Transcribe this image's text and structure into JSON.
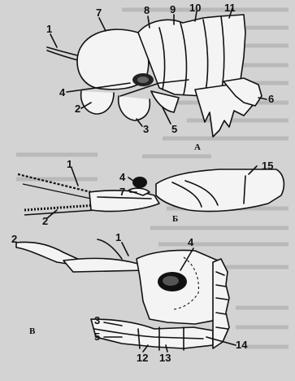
{
  "figure": {
    "panels": [
      {
        "id": "A",
        "letter": "A",
        "callouts": [
          "1",
          "7",
          "8",
          "9",
          "10",
          "11",
          "4",
          "2",
          "3",
          "5",
          "6"
        ]
      },
      {
        "id": "B",
        "letter": "Б",
        "callouts": [
          "1",
          "4",
          "7",
          "15",
          "2"
        ]
      },
      {
        "id": "C",
        "letter": "В",
        "callouts": [
          "2",
          "1",
          "4",
          "3",
          "5",
          "12",
          "13",
          "14"
        ]
      }
    ]
  }
}
